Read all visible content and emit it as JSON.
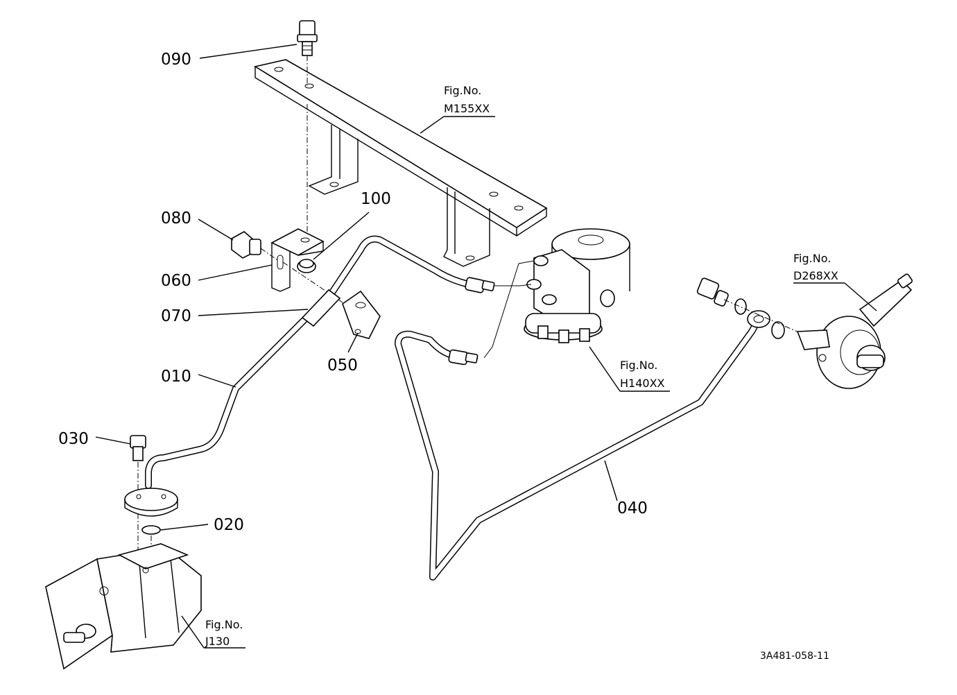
{
  "parts": [
    {
      "id": "p090",
      "label": "090"
    },
    {
      "id": "p080",
      "label": "080"
    },
    {
      "id": "p060",
      "label": "060"
    },
    {
      "id": "p070",
      "label": "070"
    },
    {
      "id": "p010",
      "label": "010"
    },
    {
      "id": "p030",
      "label": "030"
    },
    {
      "id": "p020",
      "label": "020"
    },
    {
      "id": "p100",
      "label": "100"
    },
    {
      "id": "p050",
      "label": "050"
    },
    {
      "id": "p040",
      "label": "040"
    }
  ],
  "figure_refs": [
    {
      "id": "m155",
      "caption": "Fig.No.",
      "number": "M155XX"
    },
    {
      "id": "h140",
      "caption": "Fig.No.",
      "number": "H140XX"
    },
    {
      "id": "d268",
      "caption": "Fig.No.",
      "number": "D268XX"
    },
    {
      "id": "j130",
      "caption": "Fig.No.",
      "number": "J130"
    }
  ],
  "drawing_number": "3A481-058-11"
}
